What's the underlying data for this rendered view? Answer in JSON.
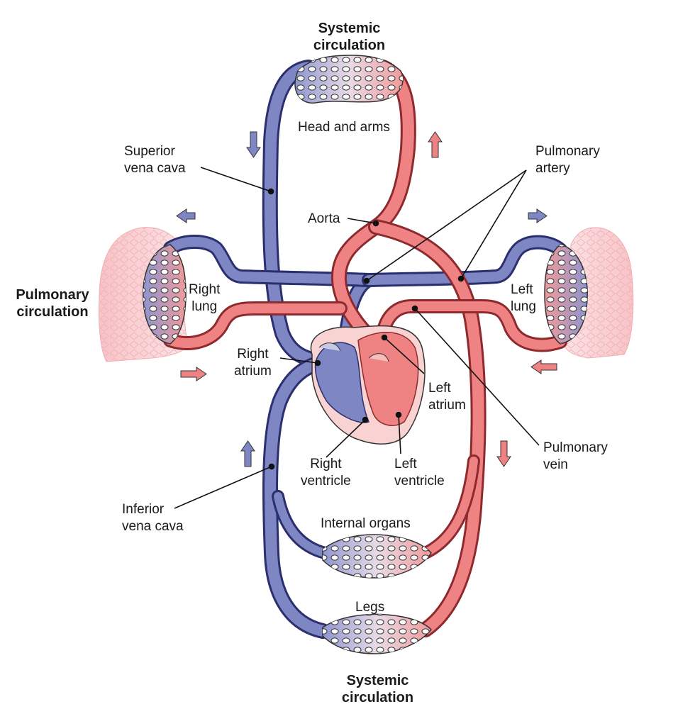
{
  "labels": {
    "systemic_top": [
      "Systemic",
      "circulation"
    ],
    "systemic_bottom": [
      "Systemic",
      "circulation"
    ],
    "pulmonary_circulation": [
      "Pulmonary",
      "circulation"
    ],
    "head_and_arms": "Head and arms",
    "superior_vena_cava": [
      "Superior",
      "vena cava"
    ],
    "pulmonary_artery": [
      "Pulmonary",
      "artery"
    ],
    "aorta": "Aorta",
    "right_lung": [
      "Right",
      "lung"
    ],
    "left_lung": [
      "Left",
      "lung"
    ],
    "right_atrium": [
      "Right",
      "atrium"
    ],
    "left_atrium": [
      "Left",
      "atrium"
    ],
    "right_ventricle": [
      "Right",
      "ventricle"
    ],
    "left_ventricle": [
      "Left",
      "ventricle"
    ],
    "pulmonary_vein": [
      "Pulmonary",
      "vein"
    ],
    "inferior_vena_cava": [
      "Inferior",
      "vena cava"
    ],
    "internal_organs": "Internal organs",
    "legs": "Legs"
  },
  "colors": {
    "deoxygenated": "#7f86c4",
    "deoxygenated_dark": "#2c2f6e",
    "oxygenated": "#ef8384",
    "oxygenated_dark": "#8e2a2e",
    "lung_fill": "#f6c9cc",
    "heart_outer": "#f9d3d1"
  }
}
